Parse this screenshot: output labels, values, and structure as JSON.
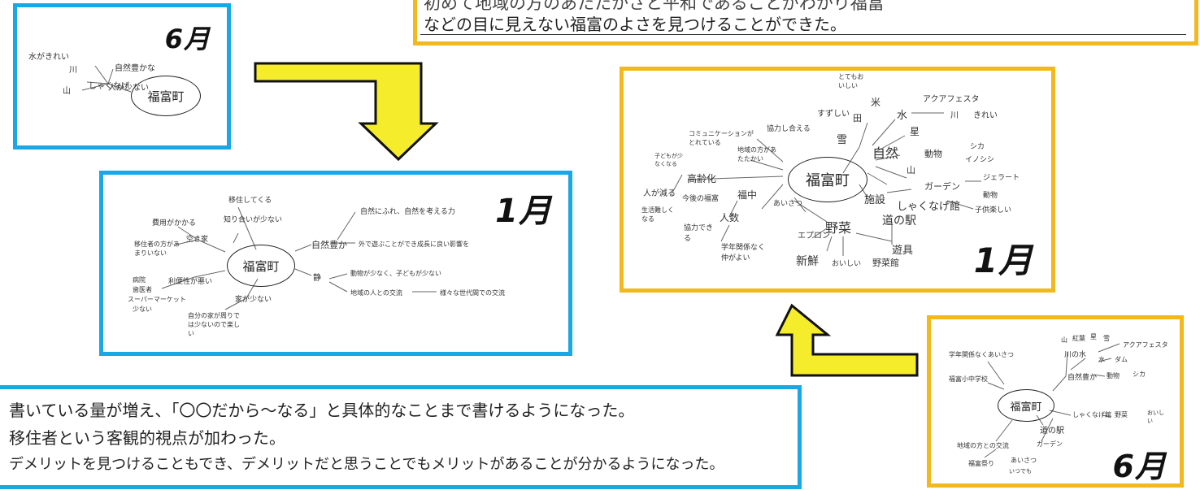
{
  "top_note": {
    "line1": "初めて地域の方のあたたかさと平和であることがわかり福富",
    "line2": "などの目に見えない福富のよさを見つけることができた。"
  },
  "map_jun_small": {
    "month": "6月",
    "center": "福富町",
    "labels": [
      "水がきれい",
      "川",
      "自然豊かな",
      "しゃくなげ",
      "山",
      "人が少ない"
    ]
  },
  "map_jan_mid": {
    "month": "1月",
    "center": "福富町",
    "labels": [
      "移住してくる",
      "知り合いが少ない",
      "費用がかかる",
      "空き家",
      "移住者の方があまりいない",
      "病院",
      "歯医者",
      "スーパーマーケット",
      "少ない",
      "利便性が悪い",
      "家が少ない",
      "自分の家が周りでは少ないので楽しい",
      "自然豊か",
      "自然にふれ、自然を考える力",
      "外で遊ぶことができ成長に良い影響を",
      "静",
      "動物が少なく、子どもが少ない",
      "地域の人との交流",
      "様々な世代間での交流"
    ]
  },
  "map_jan_right": {
    "month": "1月",
    "center": "福富町",
    "labels": [
      "とてもおいしい",
      "米",
      "田",
      "すずしい",
      "アクアフェスタ",
      "川",
      "きれい",
      "水",
      "星",
      "雪",
      "自然",
      "動物",
      "シカ",
      "イノシシ",
      "山",
      "協力し合える",
      "コミュニケーションがとれている",
      "地域の方があたたかい",
      "子どもが少なくなる",
      "高齢化",
      "人が減る",
      "生活難しくなる",
      "今後の福富",
      "福中",
      "あいさつ",
      "人数",
      "協力できる",
      "学年関係なく仲がよい",
      "施設",
      "ガーデン",
      "ジェラート",
      "しゃくなげ館",
      "動物",
      "道の駅",
      "野菜",
      "エプロン",
      "新鮮",
      "おいしい",
      "遊具",
      "野菜館",
      "子供楽しい"
    ]
  },
  "map_jun_right": {
    "month": "6月",
    "center": "福富町",
    "labels": [
      "山",
      "紅葉",
      "星",
      "雪",
      "川の水",
      "アクアフェスタ",
      "水",
      "ダム",
      "自然豊か",
      "動物",
      "シカ",
      "学年関係なくあいさつ",
      "福富小中学校",
      "しゃくなげ館",
      "野菜",
      "おいしい",
      "道の駅",
      "ガーデン",
      "地域の方との交流",
      "福富祭り",
      "あいさつ",
      "いつでも"
    ]
  },
  "bottom_note": {
    "line1": "書いている量が増え、「〇〇だから〜なる」と具体的なことまで書けるようになった。",
    "line2": "移住者という客観的視点が加わった。",
    "line3": "デメリットを見つけることもでき、デメリットだと思うことでもメリットがあることが分かるようになった。"
  },
  "colors": {
    "blue_frame": "#1aa7e6",
    "gold_frame": "#f2b91e",
    "arrow_fill": "#f5ec2c"
  }
}
